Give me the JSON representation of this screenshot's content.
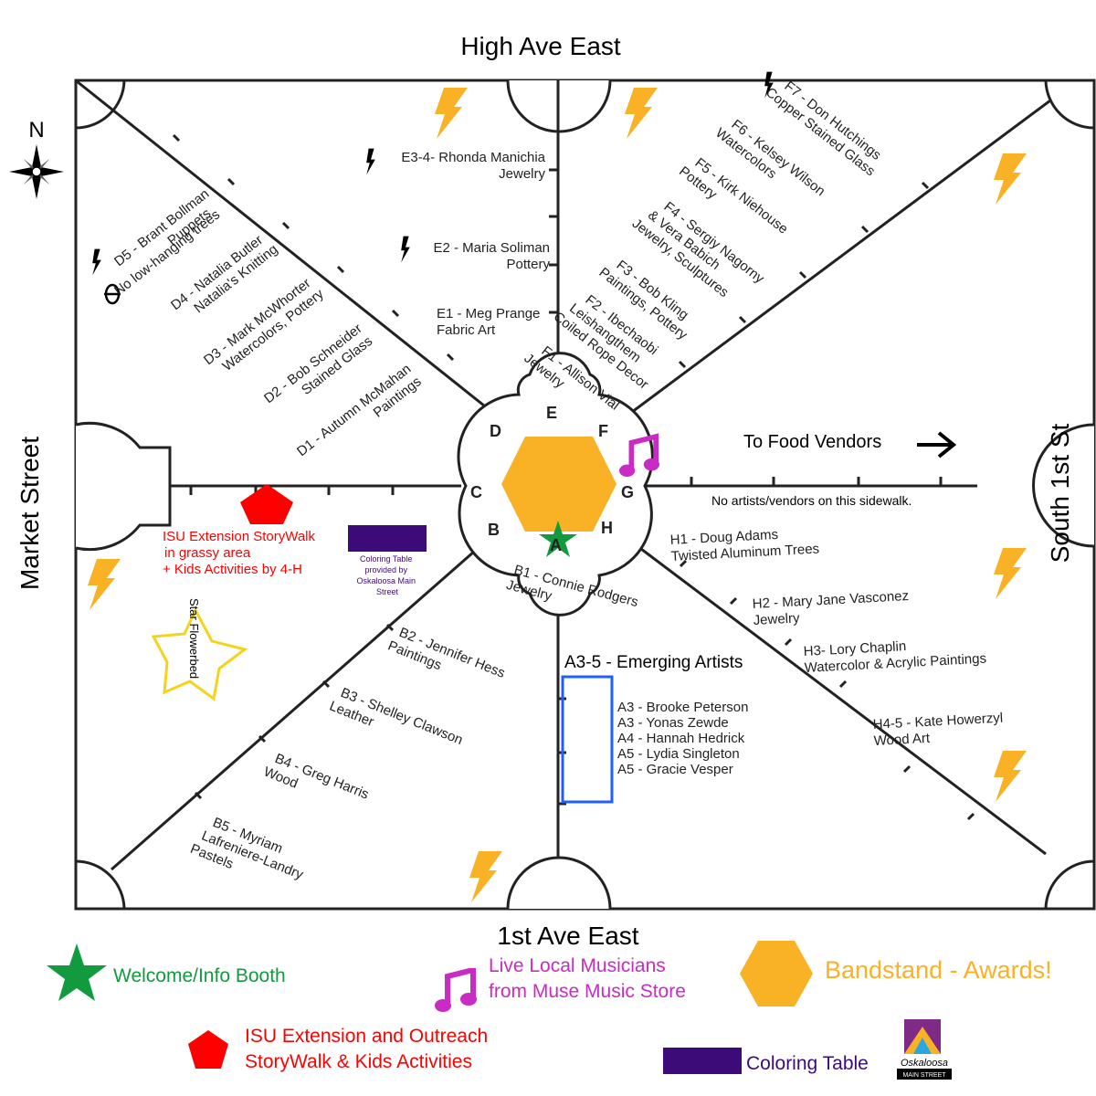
{
  "streets": {
    "north": "High Ave East",
    "south": "1st Ave East",
    "west": "Market Street",
    "east": "South 1st St"
  },
  "compass": {
    "label": "N",
    "icon": "compass-rose-icon"
  },
  "center": {
    "letters": [
      "E",
      "F",
      "G",
      "H",
      "A",
      "B",
      "C",
      "D"
    ]
  },
  "vendors": {
    "D5": [
      "D5 - Brant Bollman",
      "Puppets"
    ],
    "D5_note": "No low-hanging trees",
    "D4": [
      "D4 - Natalia Butler",
      "Natalia's Knitting"
    ],
    "D3": [
      "D3 - Mark McWhorter",
      "Watercolors, Pottery"
    ],
    "D2": [
      "D2 - Bob Schneider",
      "Stained Glass"
    ],
    "D1": [
      "D1 - Autumn McMahan",
      "Paintings"
    ],
    "E34": [
      "E3-4- Rhonda Manichia",
      "Jewelry"
    ],
    "E2": [
      "E2 - Maria Soliman",
      "Pottery"
    ],
    "E1": [
      "E1 - Meg Prange",
      "Fabric Art"
    ],
    "F7": [
      "F7 - Don Hutchings",
      "Copper Stained Glass"
    ],
    "F6": [
      "F6 - Kelsey Wilson",
      "Watercolors"
    ],
    "F5": [
      "F5 - Kirk Niehouse",
      "Pottery"
    ],
    "F4": [
      "F4 - Sergiy Nagorny",
      "& Vera Babich",
      "Jewelry, Sculptures"
    ],
    "F3": [
      "F3 - Bob Kling",
      "Paintings, Pottery"
    ],
    "F2": [
      "F2 - Ibechaobi",
      "Leishangthem",
      "Coiled Rope Decor"
    ],
    "F1": [
      "F1 - Allison Vial",
      "Jewelry"
    ],
    "H1": [
      "H1 - Doug Adams",
      "Twisted Aluminum Trees"
    ],
    "H2": [
      "H2 - Mary Jane Vasconez",
      "Jewelry"
    ],
    "H3": [
      "H3- Lory Chaplin",
      "Watercolor & Acrylic Paintings"
    ],
    "H45": [
      "H4-5 - Kate Howerzyl",
      "Wood Art"
    ],
    "B1": [
      "B1 - Connie Rodgers",
      "Jewelry"
    ],
    "B2": [
      "B2 - Jennifer Hess",
      "Paintings"
    ],
    "B3": [
      "B3 - Shelley Clawson",
      "Leather"
    ],
    "B4": [
      "B4 - Greg Harris",
      "Wood"
    ],
    "B5": [
      "B5 - Myriam",
      "Lafreniere-Landry",
      "Pastels"
    ]
  },
  "emerging": {
    "title": "A3-5 - Emerging Artists",
    "artists": [
      "A3 - Brooke Peterson",
      "A3 - Yonas Zewde",
      "A4 - Hannah Hedrick",
      "A5 - Lydia Singleton",
      "A5 - Gracie Vesper"
    ]
  },
  "food": {
    "label": "To Food Vendors",
    "icon": "right-arrow-icon"
  },
  "sidewalk_note": "No artists/vendors on this sidewalk.",
  "storywalk": [
    "ISU Extension StoryWalk",
    "in grassy area",
    "+ Kids Activities by 4-H"
  ],
  "coloring_note": [
    "Coloring Table",
    "provided by",
    "Oskaloosa Main",
    "Street"
  ],
  "star_flowerbed": "Star Flowerbed",
  "legend": {
    "welcome": "Welcome/Info Booth",
    "music": [
      "Live Local Musicians",
      "from Muse Music Store"
    ],
    "bandstand": "Bandstand - Awards!",
    "isu": [
      "ISU Extension and Outreach",
      "StoryWalk & Kids Activities"
    ],
    "coloring": "Coloring Table",
    "logo": [
      "Oskaloosa",
      "MAIN STREET"
    ]
  },
  "colors": {
    "orange": "#f9b126",
    "green": "#129a3e",
    "magenta": "#c92bc4",
    "red": "#ff0000",
    "purple": "#3d0b78",
    "blue": "#1f5fff",
    "yellow": "#f5d31c"
  }
}
